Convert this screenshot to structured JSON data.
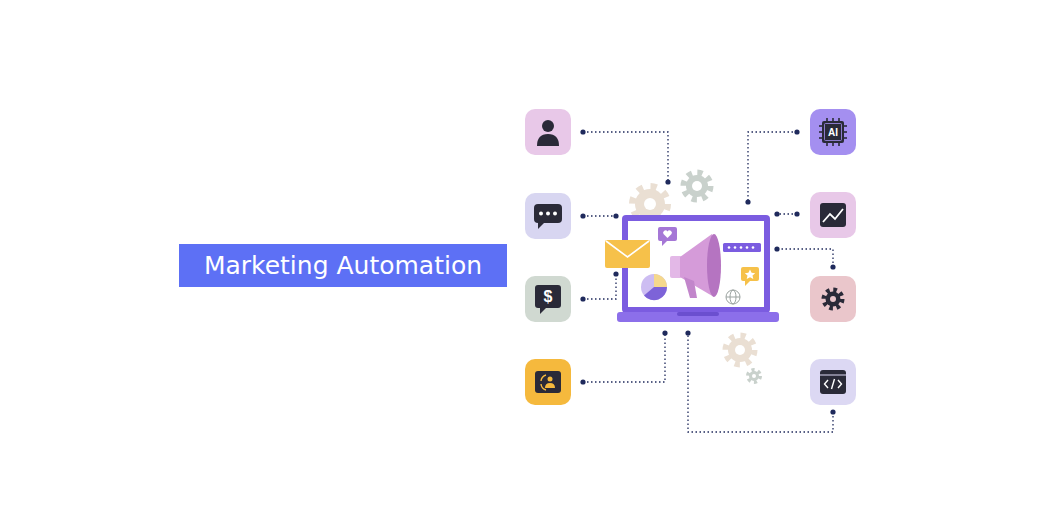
{
  "diagram": {
    "nodes": [
      {
        "text": [
          "Marketing Automation"
        ]
      }
    ],
    "labels": [
      "AI",
      "$"
    ]
  }
}
